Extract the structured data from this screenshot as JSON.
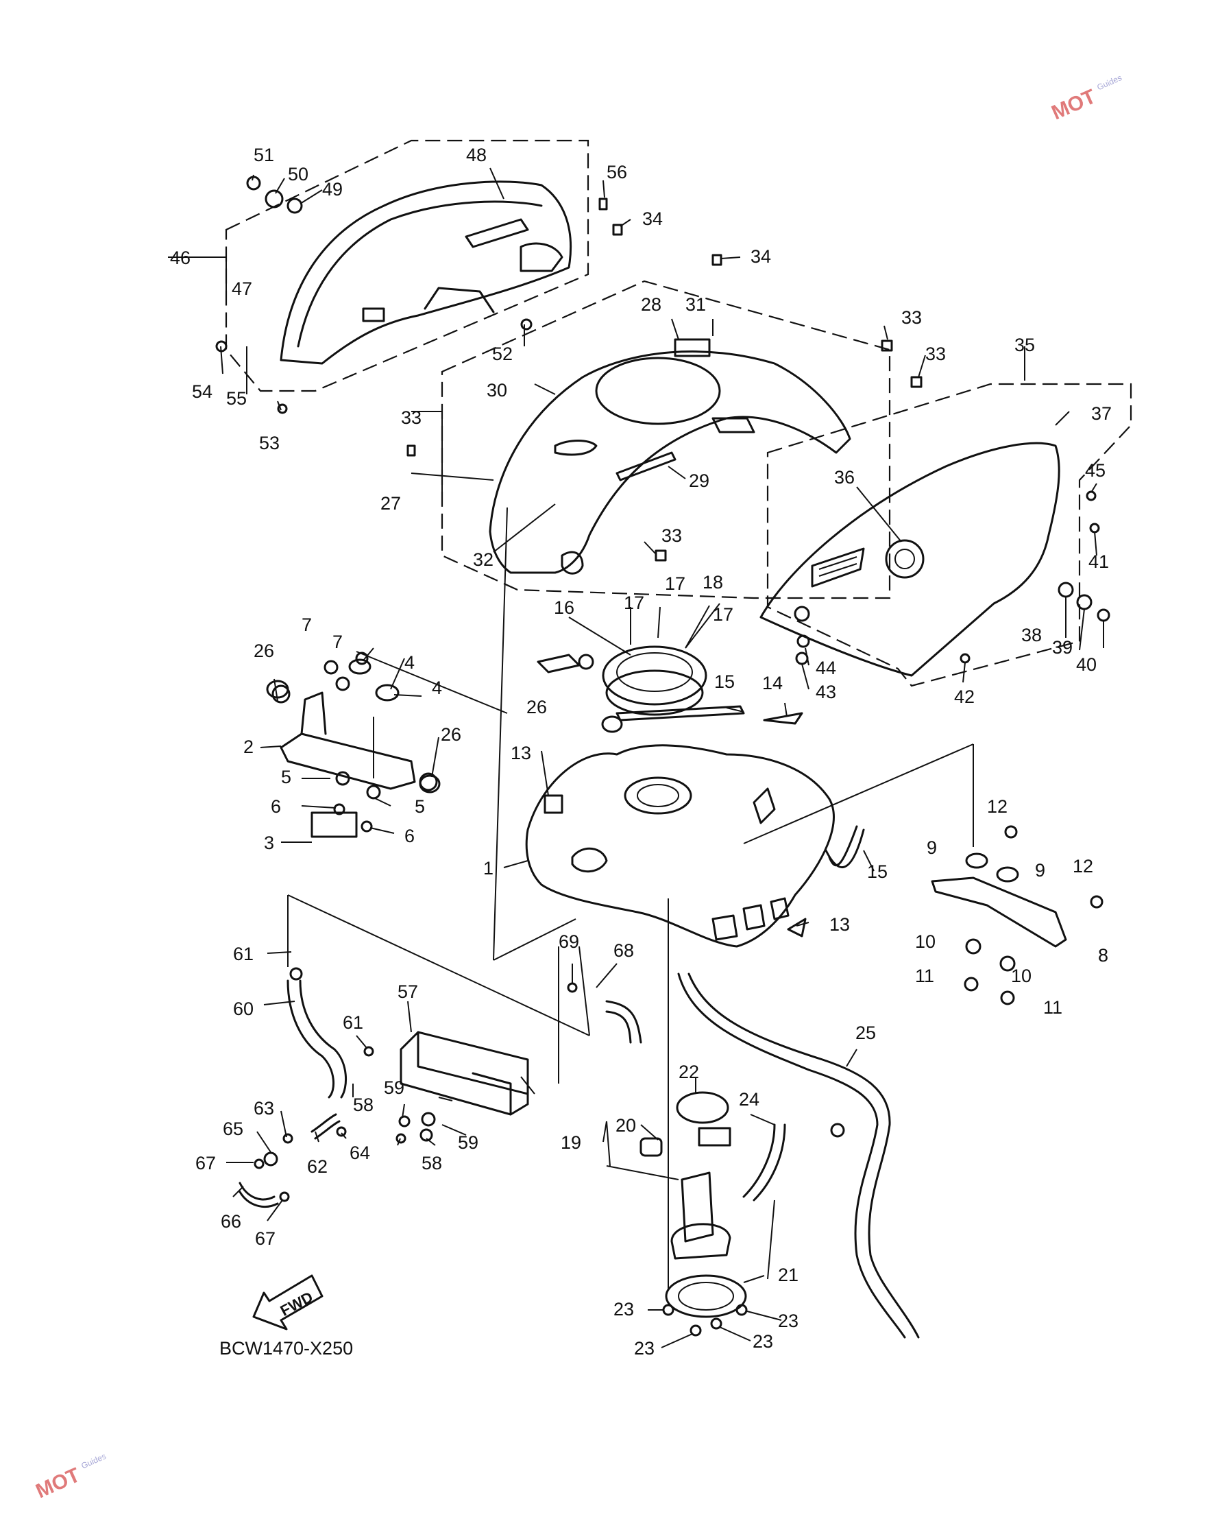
{
  "labels": {
    "l1": "1",
    "l2": "2",
    "l3": "3",
    "l4a": "4",
    "l4b": "4",
    "l5a": "5",
    "l5b": "5",
    "l6a": "6",
    "l6b": "6",
    "l7a": "7",
    "l7b": "7",
    "l8": "8",
    "l9a": "9",
    "l9b": "9",
    "l10a": "10",
    "l10b": "10",
    "l11a": "11",
    "l11b": "11",
    "l12a": "12",
    "l12b": "12",
    "l13a": "13",
    "l13b": "13",
    "l14": "14",
    "l15a": "15",
    "l15b": "15",
    "l16": "16",
    "l17a": "17",
    "l17b": "17",
    "l17c": "17",
    "l18": "18",
    "l19": "19",
    "l20": "20",
    "l21": "21",
    "l22": "22",
    "l23a": "23",
    "l23b": "23",
    "l23c": "23",
    "l23d": "23",
    "l24": "24",
    "l25": "25",
    "l26a": "26",
    "l26b": "26",
    "l26c": "26",
    "l27": "27",
    "l28": "28",
    "l29": "29",
    "l30": "30",
    "l31": "31",
    "l32": "32",
    "l33a": "33",
    "l33b": "33",
    "l33c": "33",
    "l33d": "33",
    "l34a": "34",
    "l34b": "34",
    "l35": "35",
    "l36": "36",
    "l37": "37",
    "l38": "38",
    "l39": "39",
    "l40": "40",
    "l41": "41",
    "l42": "42",
    "l43": "43",
    "l44": "44",
    "l45": "45",
    "l46": "46",
    "l47": "47",
    "l48": "48",
    "l49": "49",
    "l50": "50",
    "l51": "51",
    "l52": "52",
    "l53": "53",
    "l54": "54",
    "l55": "55",
    "l56": "56",
    "l57": "57",
    "l58a": "58",
    "l58b": "58",
    "l59a": "59",
    "l59b": "59",
    "l60": "60",
    "l61a": "61",
    "l61b": "61",
    "l62": "62",
    "l63": "63",
    "l64": "64",
    "l65": "65",
    "l66": "66",
    "l67a": "67",
    "l67b": "67",
    "l68": "68",
    "l69": "69"
  },
  "fwd_arrow": "FWD",
  "diagram_code": "BCW1470-X250",
  "watermark": {
    "brand": "MOT",
    "sub": "Guides"
  },
  "colors": {
    "ink": "#111111",
    "watermark": "#e07a7a"
  }
}
